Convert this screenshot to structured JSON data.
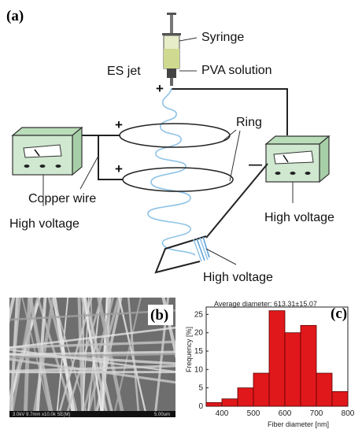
{
  "panel_labels": {
    "a": "(a)",
    "b": "(b)",
    "c": "(c)"
  },
  "schematic": {
    "syringe": "Syringe",
    "pva_solution": "PVA solution",
    "es_jet": "ES jet",
    "ring": "Ring",
    "copper_wire": "Copper wire",
    "high_voltage_left": "High voltage",
    "high_voltage_right": "High voltage",
    "high_voltage_bottom": "High voltage",
    "polarity_needle": "+",
    "polarity_ring_top": "+",
    "polarity_ring_bottom": "+",
    "polarity_right": "—"
  },
  "sem": {
    "scale_text": "3.0kV 9.7mm x10.0k SE(M)",
    "scale_bar": "5.00um"
  },
  "chart_data": {
    "type": "bar",
    "title": "Average diameter: 613.31±15.07",
    "xlabel": "Fiber diameter [nm]",
    "ylabel": "Frequency [%]",
    "xlim": [
      350,
      800
    ],
    "ylim": [
      0,
      27
    ],
    "xticks": [
      400,
      500,
      600,
      700,
      800
    ],
    "yticks": [
      0,
      5,
      10,
      15,
      20,
      25
    ],
    "bin_edges": [
      350,
      400,
      450,
      500,
      550,
      600,
      650,
      700,
      750,
      800
    ],
    "values": [
      1,
      2,
      5,
      9,
      26,
      20,
      22,
      9,
      4
    ],
    "bar_color": "#e0181b"
  },
  "colors": {
    "box_fill": "#cfe8cf",
    "jet": "#8fc3e6",
    "ring": "#222222",
    "bar": "#e0181b"
  }
}
